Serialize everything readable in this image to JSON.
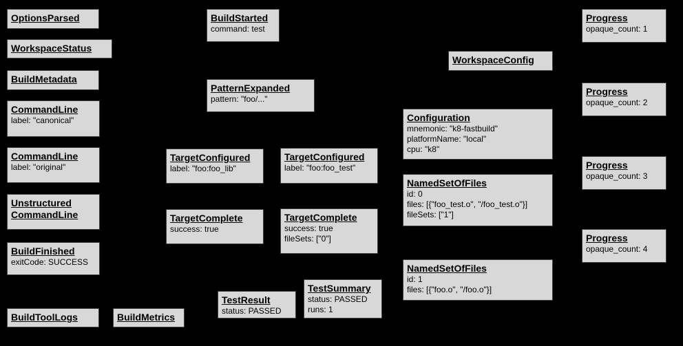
{
  "diagram": {
    "colors": {
      "background": "#000000",
      "node_fill": "#d8d8d8",
      "node_border": "#404040",
      "text": "#000000"
    },
    "nodes": [
      {
        "title": "OptionsParsed",
        "lines": []
      },
      {
        "title": "WorkspaceStatus",
        "lines": []
      },
      {
        "title": "BuildMetadata",
        "lines": []
      },
      {
        "title": "CommandLine",
        "lines": [
          "label: \"canonical\""
        ]
      },
      {
        "title": "CommandLine",
        "lines": [
          "label: \"original\""
        ]
      },
      {
        "title": "Unstructured\nCommandLine",
        "lines": []
      },
      {
        "title": "BuildFinished",
        "lines": [
          "exitCode: SUCCESS"
        ]
      },
      {
        "title": "BuildToolLogs",
        "lines": []
      },
      {
        "title": "BuildMetrics",
        "lines": []
      },
      {
        "title": "BuildStarted",
        "lines": [
          "command: test"
        ]
      },
      {
        "title": "PatternExpanded",
        "lines": [
          "pattern: \"foo/...\""
        ]
      },
      {
        "title": "TargetConfigured",
        "lines": [
          "label: \"foo:foo_lib\""
        ]
      },
      {
        "title": "TargetConfigured",
        "lines": [
          "label: \"foo:foo_test\""
        ]
      },
      {
        "title": "TargetComplete",
        "lines": [
          "success: true"
        ]
      },
      {
        "title": "TargetComplete",
        "lines": [
          "success: true",
          "fileSets: [\"0\"]"
        ]
      },
      {
        "title": "TestResult",
        "lines": [
          "status: PASSED"
        ]
      },
      {
        "title": "TestSummary",
        "lines": [
          "status: PASSED",
          "runs: 1"
        ]
      },
      {
        "title": "WorkspaceConfig",
        "lines": []
      },
      {
        "title": "Configuration",
        "lines": [
          "mnemonic: \"k8-fastbuild\"",
          "platformName: \"local\"",
          "cpu: \"k8\""
        ]
      },
      {
        "title": "NamedSetOfFiles",
        "lines": [
          "id: 0",
          "files: [{\"foo_test.o\", \"/foo_test.o\"}]",
          "fileSets: [\"1\"]"
        ]
      },
      {
        "title": "NamedSetOfFiles",
        "lines": [
          "id: 1",
          "files: [{\"foo.o\", \"/foo.o\"}]"
        ]
      },
      {
        "title": "Progress",
        "lines": [
          "opaque_count: 1"
        ]
      },
      {
        "title": "Progress",
        "lines": [
          "opaque_count: 2"
        ]
      },
      {
        "title": "Progress",
        "lines": [
          "opaque_count: 3"
        ]
      },
      {
        "title": "Progress",
        "lines": [
          "opaque_count: 4"
        ]
      }
    ]
  }
}
